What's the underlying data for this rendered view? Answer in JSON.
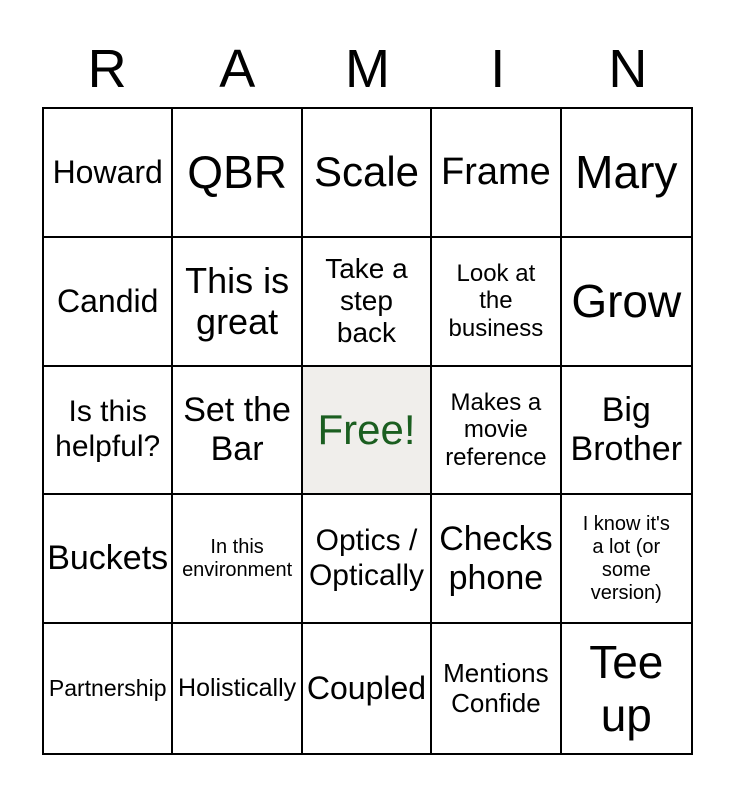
{
  "page": {
    "background": "#ffffff",
    "border_color": "#000000",
    "text_color": "#000000"
  },
  "header": {
    "letters": [
      "R",
      "A",
      "M",
      "I",
      "N"
    ]
  },
  "free_cell": {
    "background": "#f0eeeb",
    "text_color": "#1b5e20"
  },
  "grid": {
    "rows": 5,
    "cols": 5,
    "cells": [
      {
        "text": "Howard"
      },
      {
        "text": "QBR"
      },
      {
        "text": "Scale"
      },
      {
        "text": "Frame"
      },
      {
        "text": "Mary"
      },
      {
        "text": "Candid"
      },
      {
        "text": "This is\ngreat"
      },
      {
        "text": "Take a\nstep\nback"
      },
      {
        "text": "Look at\nthe\nbusiness"
      },
      {
        "text": "Grow"
      },
      {
        "text": "Is this\nhelpful?"
      },
      {
        "text": "Set the\nBar"
      },
      {
        "text": "Free!"
      },
      {
        "text": "Makes a\nmovie\nreference"
      },
      {
        "text": "Big\nBrother"
      },
      {
        "text": "Buckets"
      },
      {
        "text": "In this\nenvironment"
      },
      {
        "text": "Optics /\nOptically"
      },
      {
        "text": "Checks\nphone"
      },
      {
        "text": "I know it's\na lot (or\nsome\nversion)"
      },
      {
        "text": "Partnership"
      },
      {
        "text": "Holistically"
      },
      {
        "text": "Coupled"
      },
      {
        "text": "Mentions\nConfide"
      },
      {
        "text": "Tee\nup"
      }
    ]
  }
}
